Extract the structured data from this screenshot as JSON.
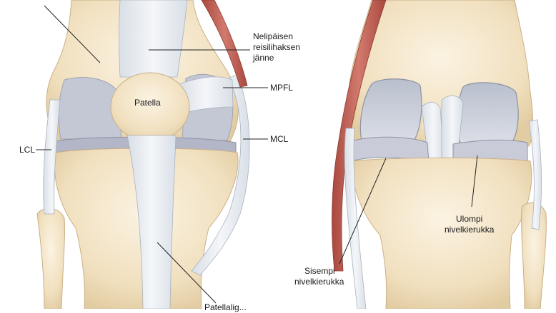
{
  "labels": {
    "patella": "Patella",
    "quad_tendon": [
      "Nelipäisen",
      "reisilihaksen",
      "jänne"
    ],
    "mpfl": "MPFL",
    "mcl": "MCL",
    "lcl": "LCL",
    "lateral_meniscus": [
      "Ulompi",
      "nivelkierukka"
    ],
    "medial_meniscus": [
      "Sisempi",
      "nivelkierukka"
    ],
    "patellar_tendon_partial": "Patellalig..."
  },
  "colors": {
    "bone": "#f2e3c4",
    "bone_shade": "#e3cfa6",
    "cartilage": "#c9ccd8",
    "cartilage_dark": "#a9adbd",
    "tendon": "#e9edf2",
    "muscle": "#c0645a",
    "line": "#222222"
  }
}
